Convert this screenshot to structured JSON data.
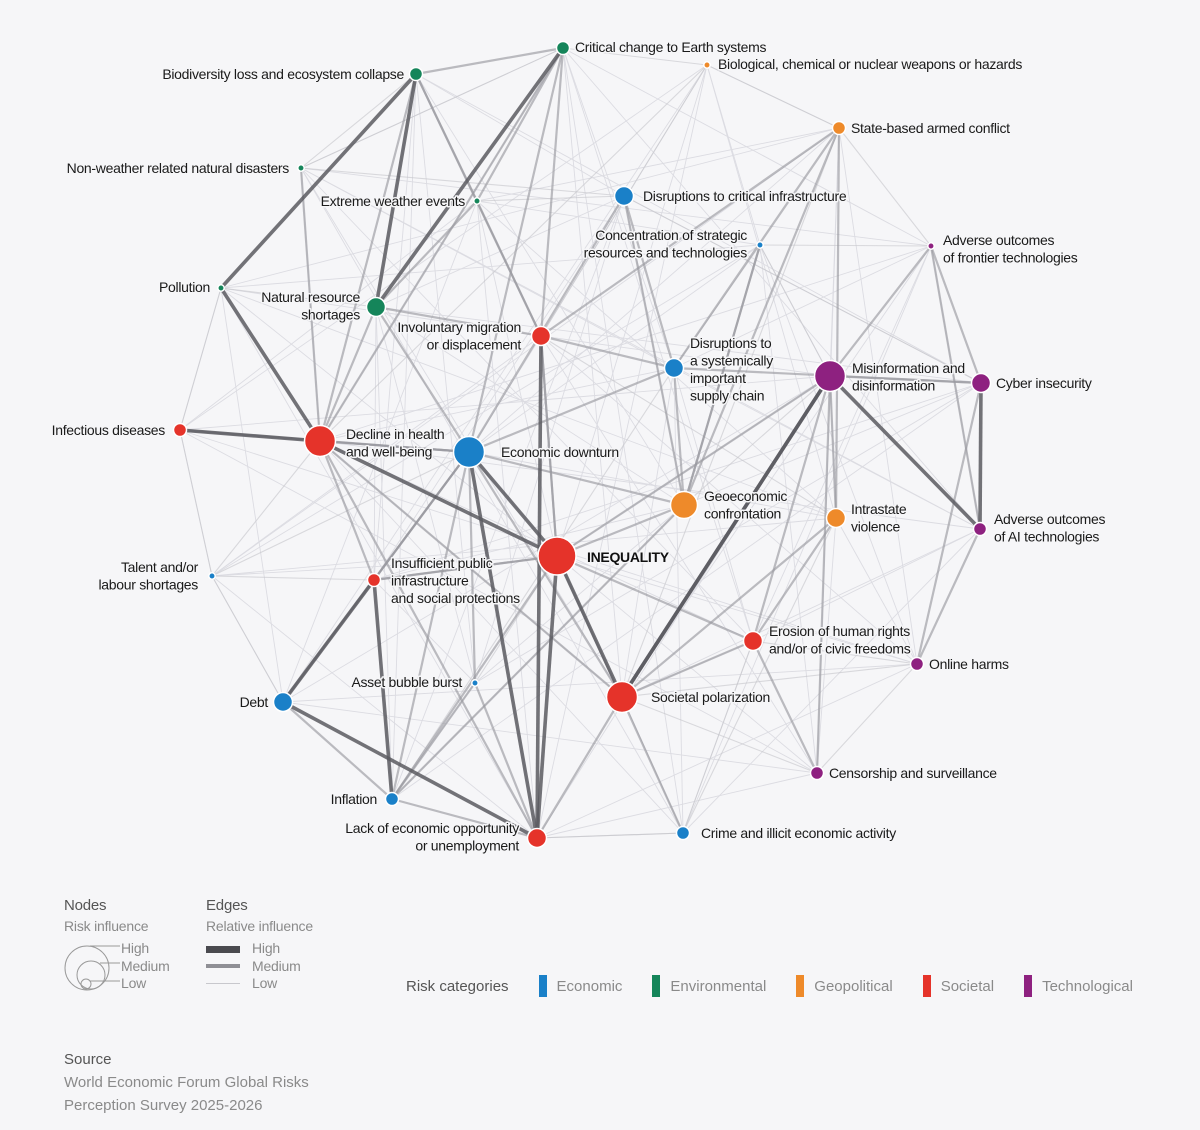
{
  "colors": {
    "Economic": "#1a80c8",
    "Environmental": "#15855a",
    "Geopolitical": "#ee8a2a",
    "Societal": "#e5332a",
    "Technological": "#8e2180"
  },
  "nodes": [
    {
      "id": "critical-change",
      "label": [
        "Critical change to Earth systems"
      ],
      "cat": "Environmental",
      "size": "low"
    },
    {
      "id": "bio-chem",
      "label": [
        "Biological, chemical or nuclear weapons or hazards"
      ],
      "cat": "Geopolitical",
      "size": "tiny"
    },
    {
      "id": "biodiversity",
      "label": [
        "Biodiversity loss and ecosystem collapse"
      ],
      "cat": "Environmental",
      "size": "low"
    },
    {
      "id": "state-conflict",
      "label": [
        "State-based armed conflict"
      ],
      "cat": "Geopolitical",
      "size": "low"
    },
    {
      "id": "non-weather",
      "label": [
        "Non-weather related natural disasters"
      ],
      "cat": "Environmental",
      "size": "tiny"
    },
    {
      "id": "extreme-weather",
      "label": [
        "Extreme weather events"
      ],
      "cat": "Environmental",
      "size": "tiny"
    },
    {
      "id": "disruptions-infra",
      "label": [
        "Disruptions to critical infrastructure"
      ],
      "cat": "Economic",
      "size": "medium"
    },
    {
      "id": "concentration",
      "label": [
        "Concentration of strategic",
        "resources and technologies"
      ],
      "cat": "Economic",
      "size": "tiny"
    },
    {
      "id": "frontier-tech",
      "label": [
        "Adverse outcomes",
        "of frontier technologies"
      ],
      "cat": "Technological",
      "size": "tiny"
    },
    {
      "id": "pollution",
      "label": [
        "Pollution"
      ],
      "cat": "Environmental",
      "size": "tiny"
    },
    {
      "id": "natural-resource",
      "label": [
        "Natural resource",
        "shortages"
      ],
      "cat": "Environmental",
      "size": "medium"
    },
    {
      "id": "involuntary-migration",
      "label": [
        "Involuntary migration",
        "or displacement"
      ],
      "cat": "Societal",
      "size": "medium"
    },
    {
      "id": "supply-chain",
      "label": [
        "Disruptions to",
        "a systemically",
        "important",
        "supply chain"
      ],
      "cat": "Economic",
      "size": "medium"
    },
    {
      "id": "misinformation",
      "label": [
        "Misinformation and",
        "disinformation"
      ],
      "cat": "Technological",
      "size": "high"
    },
    {
      "id": "cyber",
      "label": [
        "Cyber insecurity"
      ],
      "cat": "Technological",
      "size": "medium"
    },
    {
      "id": "infectious",
      "label": [
        "Infectious diseases"
      ],
      "cat": "Societal",
      "size": "low"
    },
    {
      "id": "decline-health",
      "label": [
        "Decline in health",
        "and well-being"
      ],
      "cat": "Societal",
      "size": "high"
    },
    {
      "id": "economic-downturn",
      "label": [
        "Economic downturn"
      ],
      "cat": "Economic",
      "size": "high"
    },
    {
      "id": "geoeconomic",
      "label": [
        "Geoeconomic",
        "confrontation"
      ],
      "cat": "Geopolitical",
      "size": "medhigh"
    },
    {
      "id": "intrastate",
      "label": [
        "Intrastate",
        "violence"
      ],
      "cat": "Geopolitical",
      "size": "medium"
    },
    {
      "id": "ai-tech",
      "label": [
        "Adverse outcomes",
        "of AI technologies"
      ],
      "cat": "Technological",
      "size": "low"
    },
    {
      "id": "talent",
      "label": [
        "Talent and/or",
        "labour shortages"
      ],
      "cat": "Economic",
      "size": "tiny"
    },
    {
      "id": "public-infra",
      "label": [
        "Insufficient public",
        "infrastructure",
        "and social protections"
      ],
      "cat": "Societal",
      "size": "low"
    },
    {
      "id": "inequality",
      "label": [
        "INEQUALITY"
      ],
      "cat": "Societal",
      "size": "top",
      "bold": true
    },
    {
      "id": "human-rights",
      "label": [
        "Erosion of human rights",
        "and/or of civic freedoms"
      ],
      "cat": "Societal",
      "size": "medium"
    },
    {
      "id": "online-harms",
      "label": [
        "Online harms"
      ],
      "cat": "Technological",
      "size": "low"
    },
    {
      "id": "asset-bubble",
      "label": [
        "Asset bubble burst"
      ],
      "cat": "Economic",
      "size": "tiny"
    },
    {
      "id": "debt",
      "label": [
        "Debt"
      ],
      "cat": "Economic",
      "size": "medium"
    },
    {
      "id": "polarization",
      "label": [
        "Societal polarization"
      ],
      "cat": "Societal",
      "size": "high"
    },
    {
      "id": "censorship",
      "label": [
        "Censorship and surveillance"
      ],
      "cat": "Technological",
      "size": "low"
    },
    {
      "id": "inflation",
      "label": [
        "Inflation"
      ],
      "cat": "Economic",
      "size": "low"
    },
    {
      "id": "lack-opportunity",
      "label": [
        "Lack of economic opportunity",
        "or unemployment"
      ],
      "cat": "Societal",
      "size": "medium"
    },
    {
      "id": "crime",
      "label": [
        "Crime and illicit economic activity"
      ],
      "cat": "Economic",
      "size": "low"
    }
  ],
  "edges": [
    [
      "biodiversity",
      "pollution",
      "high"
    ],
    [
      "biodiversity",
      "natural-resource",
      "high"
    ],
    [
      "biodiversity",
      "critical-change",
      "medium"
    ],
    [
      "biodiversity",
      "extreme-weather",
      "medium"
    ],
    [
      "biodiversity",
      "decline-health",
      "medium"
    ],
    [
      "biodiversity",
      "involuntary-migration",
      "medium"
    ],
    [
      "critical-change",
      "natural-resource",
      "high"
    ],
    [
      "critical-change",
      "extreme-weather",
      "medium"
    ],
    [
      "critical-change",
      "involuntary-migration",
      "medium"
    ],
    [
      "critical-change",
      "economic-downturn",
      "medium"
    ],
    [
      "critical-change",
      "decline-health",
      "medium"
    ],
    [
      "extreme-weather",
      "natural-resource",
      "medium"
    ],
    [
      "extreme-weather",
      "involuntary-migration",
      "medium"
    ],
    [
      "extreme-weather",
      "disruptions-infra",
      "low"
    ],
    [
      "non-weather",
      "disruptions-infra",
      "low"
    ],
    [
      "non-weather",
      "decline-health",
      "medium"
    ],
    [
      "pollution",
      "decline-health",
      "high"
    ],
    [
      "infectious",
      "decline-health",
      "high"
    ],
    [
      "infectious",
      "economic-downturn",
      "medium"
    ],
    [
      "decline-health",
      "economic-downturn",
      "medium"
    ],
    [
      "decline-health",
      "inequality",
      "high"
    ],
    [
      "decline-health",
      "public-infra",
      "medium"
    ],
    [
      "decline-health",
      "lack-opportunity",
      "medium"
    ],
    [
      "decline-health",
      "polarization",
      "medium"
    ],
    [
      "economic-downturn",
      "inequality",
      "high"
    ],
    [
      "economic-downturn",
      "lack-opportunity",
      "high"
    ],
    [
      "economic-downturn",
      "debt",
      "medium"
    ],
    [
      "economic-downturn",
      "inflation",
      "medium"
    ],
    [
      "economic-downturn",
      "asset-bubble",
      "medium"
    ],
    [
      "economic-downturn",
      "geoeconomic",
      "medium"
    ],
    [
      "economic-downturn",
      "public-infra",
      "medium"
    ],
    [
      "economic-downturn",
      "polarization",
      "medium"
    ],
    [
      "economic-downturn",
      "decline-health",
      "medium"
    ],
    [
      "economic-downturn",
      "talent",
      "low"
    ],
    [
      "economic-downturn",
      "supply-chain",
      "medium"
    ],
    [
      "inequality",
      "polarization",
      "high"
    ],
    [
      "inequality",
      "lack-opportunity",
      "high"
    ],
    [
      "inequality",
      "human-rights",
      "medium"
    ],
    [
      "inequality",
      "public-infra",
      "medium"
    ],
    [
      "inequality",
      "involuntary-migration",
      "medium"
    ],
    [
      "inequality",
      "crime",
      "medium"
    ],
    [
      "inequality",
      "geoeconomic",
      "medium"
    ],
    [
      "inequality",
      "misinformation",
      "medium"
    ],
    [
      "polarization",
      "misinformation",
      "high"
    ],
    [
      "polarization",
      "human-rights",
      "medium"
    ],
    [
      "polarization",
      "intrastate",
      "medium"
    ],
    [
      "polarization",
      "censorship",
      "low"
    ],
    [
      "polarization",
      "online-harms",
      "low"
    ],
    [
      "polarization",
      "lack-opportunity",
      "medium"
    ],
    [
      "polarization",
      "crime",
      "low"
    ],
    [
      "misinformation",
      "cyber",
      "medium"
    ],
    [
      "misinformation",
      "ai-tech",
      "high"
    ],
    [
      "misinformation",
      "polarization",
      "high"
    ],
    [
      "misinformation",
      "intrastate",
      "medium"
    ],
    [
      "misinformation",
      "human-rights",
      "medium"
    ],
    [
      "misinformation",
      "censorship",
      "medium"
    ],
    [
      "misinformation",
      "frontier-tech",
      "medium"
    ],
    [
      "cyber",
      "ai-tech",
      "high"
    ],
    [
      "cyber",
      "online-harms",
      "medium"
    ],
    [
      "cyber",
      "supply-chain",
      "medium"
    ],
    [
      "cyber",
      "disruptions-infra",
      "low"
    ],
    [
      "ai-tech",
      "online-harms",
      "medium"
    ],
    [
      "ai-tech",
      "frontier-tech",
      "medium"
    ],
    [
      "frontier-tech",
      "cyber",
      "medium"
    ],
    [
      "geoeconomic",
      "state-conflict",
      "medium"
    ],
    [
      "geoeconomic",
      "supply-chain",
      "medium"
    ],
    [
      "geoeconomic",
      "concentration",
      "medium"
    ],
    [
      "geoeconomic",
      "disruptions-infra",
      "medium"
    ],
    [
      "geoeconomic",
      "inflation",
      "medium"
    ],
    [
      "state-conflict",
      "involuntary-migration",
      "medium"
    ],
    [
      "state-conflict",
      "intrastate",
      "medium"
    ],
    [
      "state-conflict",
      "supply-chain",
      "medium"
    ],
    [
      "state-conflict",
      "polarization",
      "low"
    ],
    [
      "intrastate",
      "human-rights",
      "medium"
    ],
    [
      "intrastate",
      "involuntary-migration",
      "low"
    ],
    [
      "intrastate",
      "crime",
      "low"
    ],
    [
      "human-rights",
      "censorship",
      "medium"
    ],
    [
      "human-rights",
      "online-harms",
      "low"
    ],
    [
      "debt",
      "lack-opportunity",
      "high"
    ],
    [
      "debt",
      "inflation",
      "medium"
    ],
    [
      "debt",
      "public-infra",
      "high"
    ],
    [
      "debt",
      "economic-downturn",
      "medium"
    ],
    [
      "inflation",
      "public-infra",
      "high"
    ],
    [
      "inflation",
      "lack-opportunity",
      "medium"
    ],
    [
      "inflation",
      "inequality",
      "medium"
    ],
    [
      "asset-bubble",
      "lack-opportunity",
      "medium"
    ],
    [
      "asset-bubble",
      "inflation",
      "medium"
    ],
    [
      "lack-opportunity",
      "involuntary-migration",
      "high"
    ],
    [
      "lack-opportunity",
      "crime",
      "low"
    ],
    [
      "public-infra",
      "talent",
      "low"
    ],
    [
      "talent",
      "decline-health",
      "low"
    ],
    [
      "natural-resource",
      "decline-health",
      "medium"
    ],
    [
      "natural-resource",
      "involuntary-migration",
      "medium"
    ],
    [
      "natural-resource",
      "economic-downturn",
      "medium"
    ],
    [
      "involuntary-migration",
      "inequality",
      "medium"
    ],
    [
      "involuntary-migration",
      "supply-chain",
      "medium"
    ],
    [
      "supply-chain",
      "disruptions-infra",
      "medium"
    ],
    [
      "disruptions-infra",
      "economic-downturn",
      "medium"
    ],
    [
      "concentration",
      "supply-chain",
      "low"
    ],
    [
      "concentration",
      "geoeconomic",
      "medium"
    ],
    [
      "bio-chem",
      "state-conflict",
      "low"
    ],
    [
      "bio-chem",
      "involuntary-migration",
      "low"
    ],
    [
      "bio-chem",
      "decline-health",
      "low"
    ],
    [
      "critical-change",
      "bio-chem",
      "low"
    ],
    [
      "biodiversity",
      "non-weather",
      "low"
    ],
    [
      "infectious",
      "talent",
      "low"
    ],
    [
      "crime",
      "lack-opportunity",
      "low"
    ],
    [
      "censorship",
      "online-harms",
      "low"
    ],
    [
      "crime",
      "human-rights",
      "low"
    ],
    [
      "debt",
      "talent",
      "low"
    ],
    [
      "infectious",
      "pollution",
      "low"
    ],
    [
      "frontier-tech",
      "concentration",
      "low"
    ],
    [
      "critical-change",
      "non-weather",
      "low"
    ],
    [
      "state-conflict",
      "frontier-tech",
      "low"
    ],
    [
      "concentration",
      "misinformation",
      "low"
    ],
    [
      "inequality",
      "asset-bubble",
      "low"
    ],
    [
      "public-infra",
      "inequality",
      "medium"
    ],
    [
      "supply-chain",
      "inflation",
      "low"
    ],
    [
      "geoeconomic",
      "misinformation",
      "low"
    ],
    [
      "natural-resource",
      "pollution",
      "low"
    ]
  ],
  "legend": {
    "nodes_title": "Nodes",
    "nodes_sub": "Risk influence",
    "edges_title": "Edges",
    "edges_sub": "Relative influence",
    "high": "High",
    "medium": "Medium",
    "low": "Low",
    "risk_categories": "Risk categories"
  },
  "categories": [
    "Economic",
    "Environmental",
    "Geopolitical",
    "Societal",
    "Technological"
  ],
  "source": {
    "title": "Source",
    "line1": "World Economic Forum Global Risks",
    "line2": "Perception Survey 2025-2026"
  }
}
